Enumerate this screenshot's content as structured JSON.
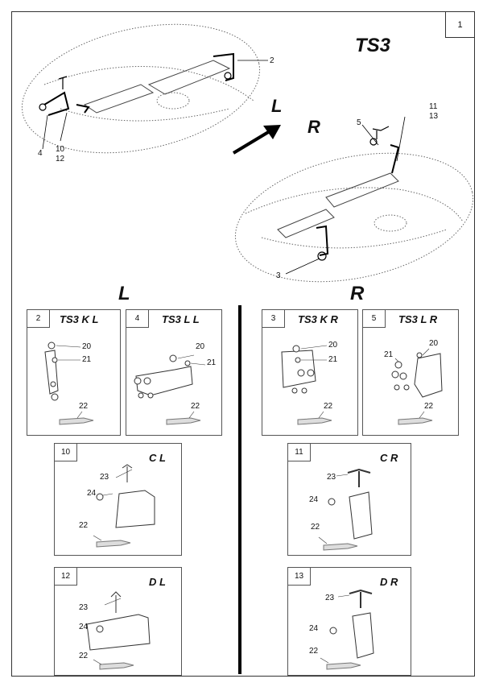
{
  "page_number": "1",
  "model": "TS3",
  "overview": {
    "side_left": "L",
    "side_right": "R",
    "callouts": {
      "c2": "2",
      "c3": "3",
      "c4": "4",
      "c5": "5",
      "c10": "10",
      "c11": "11",
      "c12": "12",
      "c13": "13"
    }
  },
  "columns": {
    "left": "L",
    "right": "R"
  },
  "kits": [
    {
      "index": "2",
      "title": "TS3   K L",
      "labels": [
        "20",
        "21",
        "22"
      ]
    },
    {
      "index": "4",
      "title": "TS3   L L",
      "labels": [
        "20",
        "21",
        "22"
      ]
    },
    {
      "index": "3",
      "title": "TS3   K R",
      "labels": [
        "20",
        "21",
        "22"
      ]
    },
    {
      "index": "5",
      "title": "TS3   L R",
      "labels": [
        "20",
        "21",
        "22"
      ]
    },
    {
      "index": "10",
      "title": "C L",
      "labels": [
        "23",
        "24",
        "22"
      ]
    },
    {
      "index": "11",
      "title": "C R",
      "labels": [
        "23",
        "24",
        "22"
      ]
    },
    {
      "index": "12",
      "title": "D L",
      "labels": [
        "23",
        "24",
        "22"
      ]
    },
    {
      "index": "13",
      "title": "D R",
      "labels": [
        "23",
        "24",
        "22"
      ]
    }
  ]
}
